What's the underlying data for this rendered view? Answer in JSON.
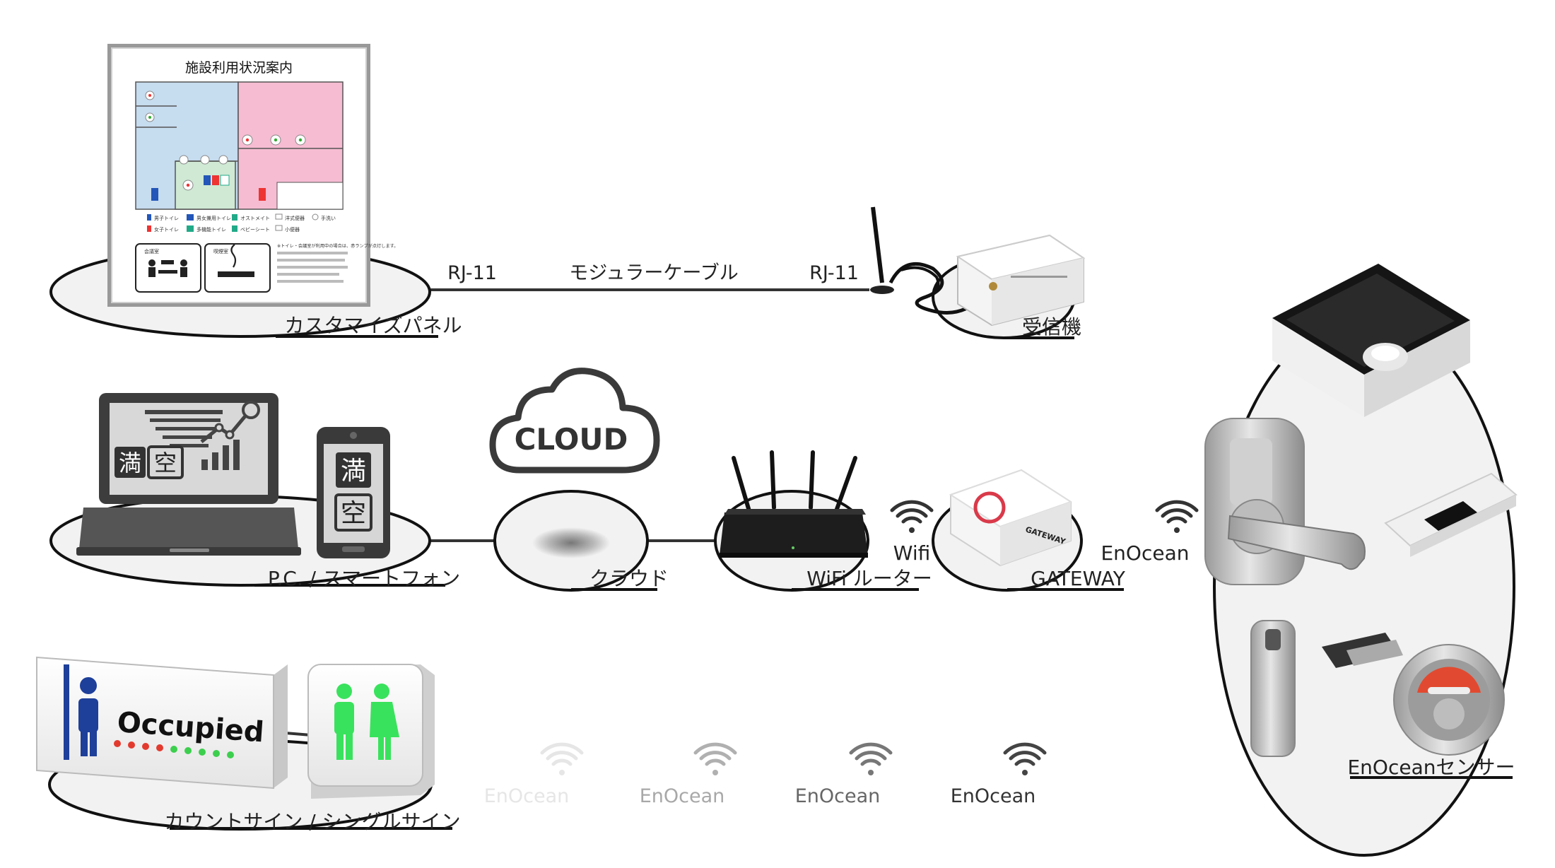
{
  "panel": {
    "title": "施設利用状況案内",
    "legend": [
      "男子トイレ",
      "女子トイレ",
      "男女兼用トイレ",
      "多機能トイレ",
      "オストメイト",
      "ベビーシート",
      "洋式便器",
      "小便器",
      "手洗い"
    ],
    "room_labels": [
      "会議室",
      "喫煙室"
    ],
    "notes": "※トイレ・会議室が利用中の場合は、赤ランプが点灯します。"
  },
  "labels": {
    "customize_panel": "カスタマイズパネル",
    "receiver": "受信機",
    "rj11_left": "RJ-11",
    "modular_cable": "モジュラーケーブル",
    "rj11_right": "RJ-11",
    "pc_smartphone": "P.C. / スマートフォン",
    "cloud_word": "CLOUD",
    "cloud": "クラウド",
    "wifi_router": "WiFi ルーター",
    "wifi": "Wifi",
    "gateway": "GATEWAY",
    "gateway_device_text": "GATEWAY",
    "enocean_gateway_link": "EnOcean",
    "enocean_sensor": "EnOceanセンサー",
    "count_sign": "カウントサイン / シングルサイン",
    "occupied": "Occupied",
    "full": "満",
    "empty": "空"
  },
  "enocean_row": [
    "EnOcean",
    "EnOcean",
    "EnOcean",
    "EnOcean"
  ],
  "colors": {
    "ellipse_fill": "#f2f2f2",
    "line": "#333333",
    "panel_blue": "#c6dcef",
    "panel_pink": "#f6bcd2",
    "panel_green": "#cfe9d4",
    "sign_blue": "#1e3f9a",
    "sign_green": "#39e25c",
    "led_red": "#e33a2e",
    "led_green": "#3ccf4e",
    "lock_red": "#e14a30"
  }
}
